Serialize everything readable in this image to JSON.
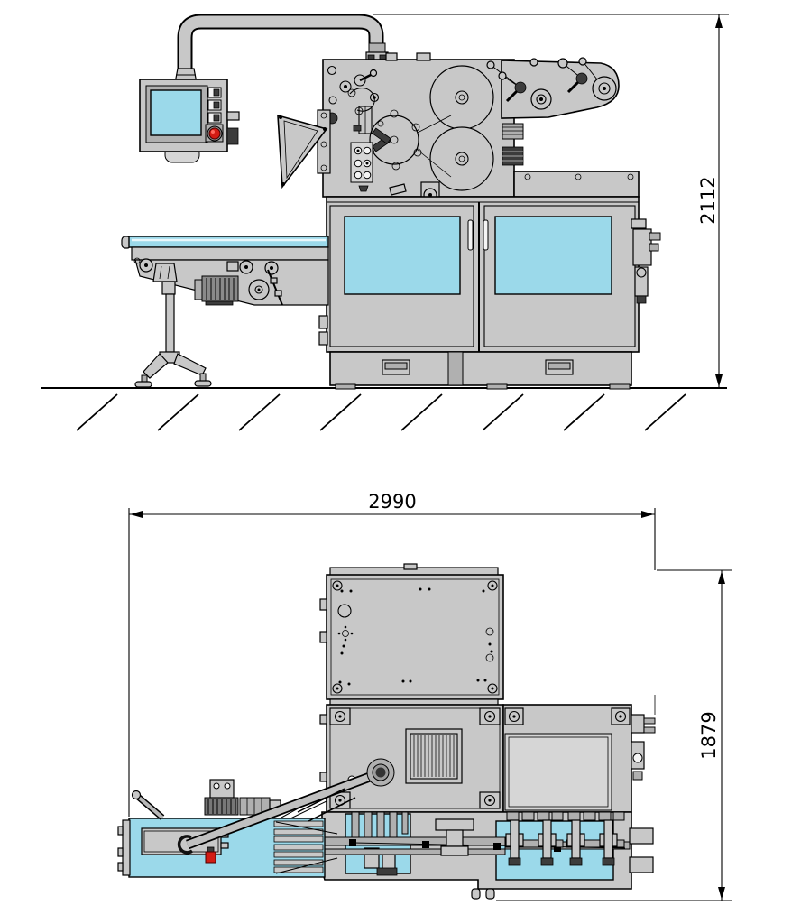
{
  "drawing_labels": {
    "side_height_mm": "2112",
    "plan_length_mm": "2990",
    "plan_depth_mm": "1879"
  },
  "colors": {
    "body_gray": "#c8c8c8",
    "accent_cyan": "#9bd9ea",
    "estop_red": "#d21c14",
    "line": "#000000"
  }
}
